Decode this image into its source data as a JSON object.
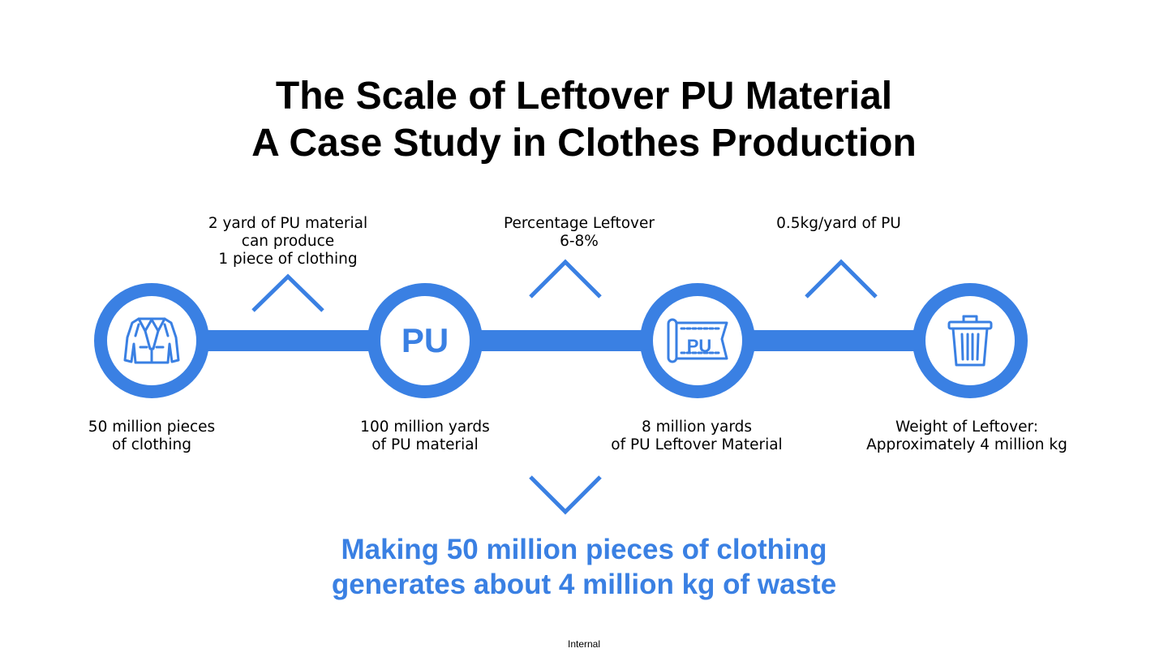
{
  "title": {
    "line1": "The Scale of Leftover PU Material",
    "line2": "A Case Study in Clothes Production"
  },
  "colors": {
    "accent": "#3a80e3",
    "text": "#000000",
    "background": "#ffffff"
  },
  "steps": [
    {
      "icon": "jacket-icon",
      "lines": [
        "50 million pieces",
        "of clothing"
      ]
    },
    {
      "icon": "pu-text-icon",
      "icon_text": "PU",
      "lines": [
        "100 million yards",
        "of PU material"
      ]
    },
    {
      "icon": "pu-roll-icon",
      "icon_text": "PU",
      "lines": [
        "8 million yards",
        "of PU Leftover Material"
      ]
    },
    {
      "icon": "trash-can-icon",
      "lines": [
        "Weight of Leftover:",
        "Approximately 4 million kg"
      ]
    }
  ],
  "transitions": [
    {
      "lines": [
        "2 yard of PU material",
        "can produce",
        "1 piece of clothing"
      ]
    },
    {
      "lines": [
        "Percentage Leftover",
        "6-8%"
      ]
    },
    {
      "lines": [
        "0.5kg/yard of PU"
      ]
    }
  ],
  "conclusion": {
    "line1": "Making 50 million pieces of clothing",
    "line2": "generates about 4 million kg of waste"
  },
  "footer": "Internal"
}
